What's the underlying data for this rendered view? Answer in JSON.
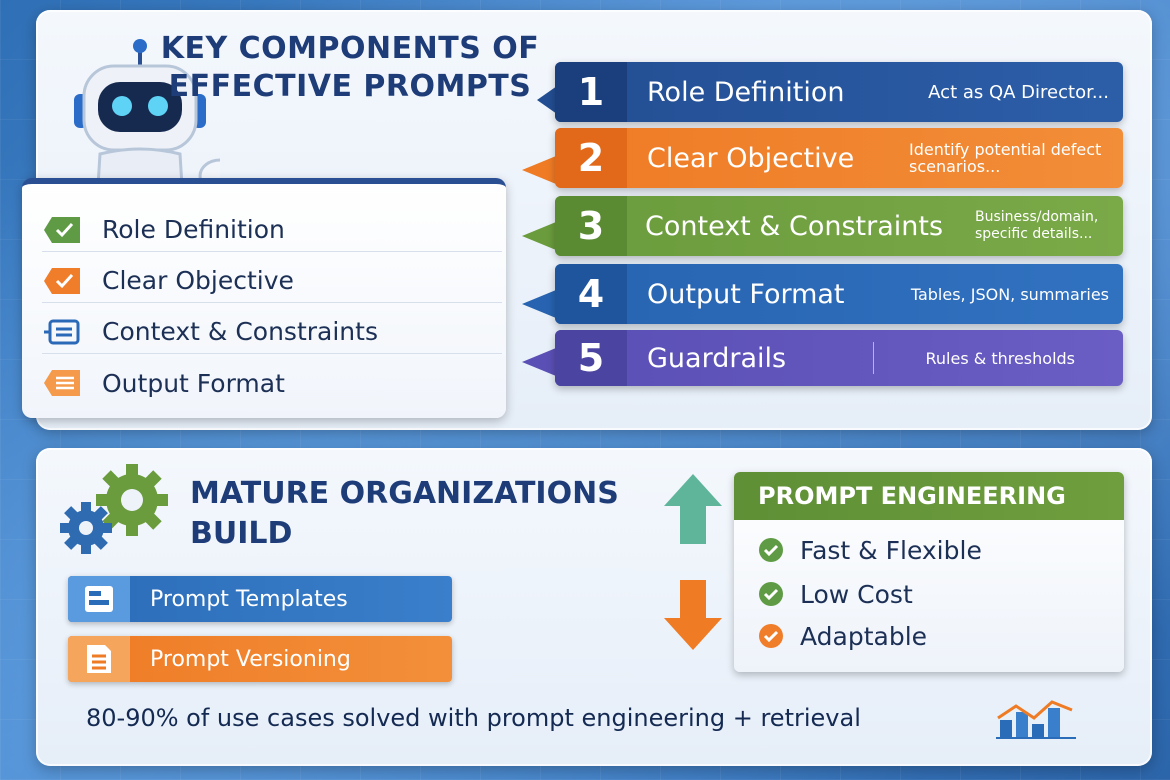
{
  "top": {
    "title": "KEY COMPONENTS OF EFFECTIVE PROMPTS",
    "checklist": [
      {
        "label": "Role Definition",
        "icon": "check-icon",
        "color": "#5f9b45"
      },
      {
        "label": "Clear Objective",
        "icon": "check-icon",
        "color": "#f07d2a"
      },
      {
        "label": "Context & Constraints",
        "icon": "list-icon",
        "color": "#2a68b8"
      },
      {
        "label": "Output Format",
        "icon": "document-icon",
        "color": "#f07d2a"
      }
    ],
    "ribbons": [
      {
        "num": "1",
        "title": "Role Definition",
        "sub": "Act as QA Director...",
        "color": "#234e93",
        "numColor": "#1b3f7c"
      },
      {
        "num": "2",
        "title": "Clear Objective",
        "sub": "Identify potential defect scenarios...",
        "color": "#ef7b25",
        "numColor": "#e2691a"
      },
      {
        "num": "3",
        "title": "Context & Constraints",
        "sub": "Business/domain, specific details...",
        "color": "#6a9b3c",
        "numColor": "#5a8a32"
      },
      {
        "num": "4",
        "title": "Output Format",
        "sub": "Tables, JSON, summaries",
        "color": "#2763b0",
        "numColor": "#1f559c"
      },
      {
        "num": "5",
        "title": "Guardrails",
        "sub": "Rules & thresholds",
        "color": "#5a4fb5",
        "numColor": "#4b44a0"
      }
    ]
  },
  "bottom": {
    "title_line1": "MATURE ORGANIZATIONS",
    "title_line2": "BUILD",
    "items": [
      {
        "label": "Prompt Templates",
        "icon": "template-icon",
        "color": "#2b6cb8"
      },
      {
        "label": "Prompt Versioning",
        "icon": "document-icon",
        "color": "#f07d2a"
      }
    ],
    "prompt_engineering": {
      "title": "PROMPT ENGINEERING",
      "items": [
        {
          "label": "Fast & Flexible",
          "color": "#5f9b45"
        },
        {
          "label": "Low Cost",
          "color": "#5f9b45"
        },
        {
          "label": "Adaptable",
          "color": "#f07d2a"
        }
      ]
    },
    "footer": "80-90% of use cases solved with prompt engineering + retrieval"
  }
}
